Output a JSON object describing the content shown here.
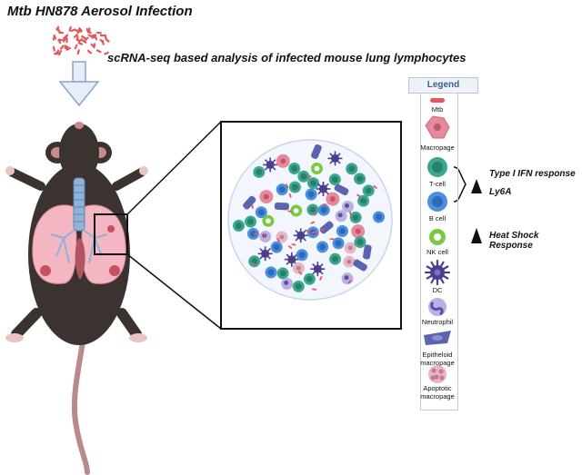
{
  "title": "Mtb HN878 Aerosol Infection",
  "subtitle": "scRNA-seq based analysis of infected mouse lung lymphocytes",
  "legend": {
    "heading": "Legend",
    "items": [
      {
        "key": "mtb",
        "label": "Mtb"
      },
      {
        "key": "macrophage",
        "label": "Macropage"
      },
      {
        "key": "tcell",
        "label": "T-cell"
      },
      {
        "key": "bcell",
        "label": "B cell"
      },
      {
        "key": "nkcell",
        "label": "NK cell"
      },
      {
        "key": "dc",
        "label": "DC"
      },
      {
        "key": "neutrophil",
        "label": "Neutrophil"
      },
      {
        "key": "epitheloid",
        "label": "Epitheloid macropage"
      },
      {
        "key": "apoptotic",
        "label": "Apoptotic macropage"
      }
    ]
  },
  "annotations": {
    "tcell_response_1": "Type I IFN response",
    "tcell_response_2": "Ly6A",
    "nk_response": "Heat Shock Response"
  },
  "colors": {
    "mtb": "#e4575a",
    "macrophage": "#e48a9c",
    "tcell": "#3aa88f",
    "bcell": "#4a8fe0",
    "nkcell": "#7ac943",
    "dc": "#4b3d8f",
    "neutrophil": "#9b8fd0",
    "epitheloid": "#5c63b0",
    "apoptotic": "#c77a8f",
    "mouse": "#3a3330",
    "lung": "#f4b6c2",
    "trachea": "#8fb3d6"
  }
}
